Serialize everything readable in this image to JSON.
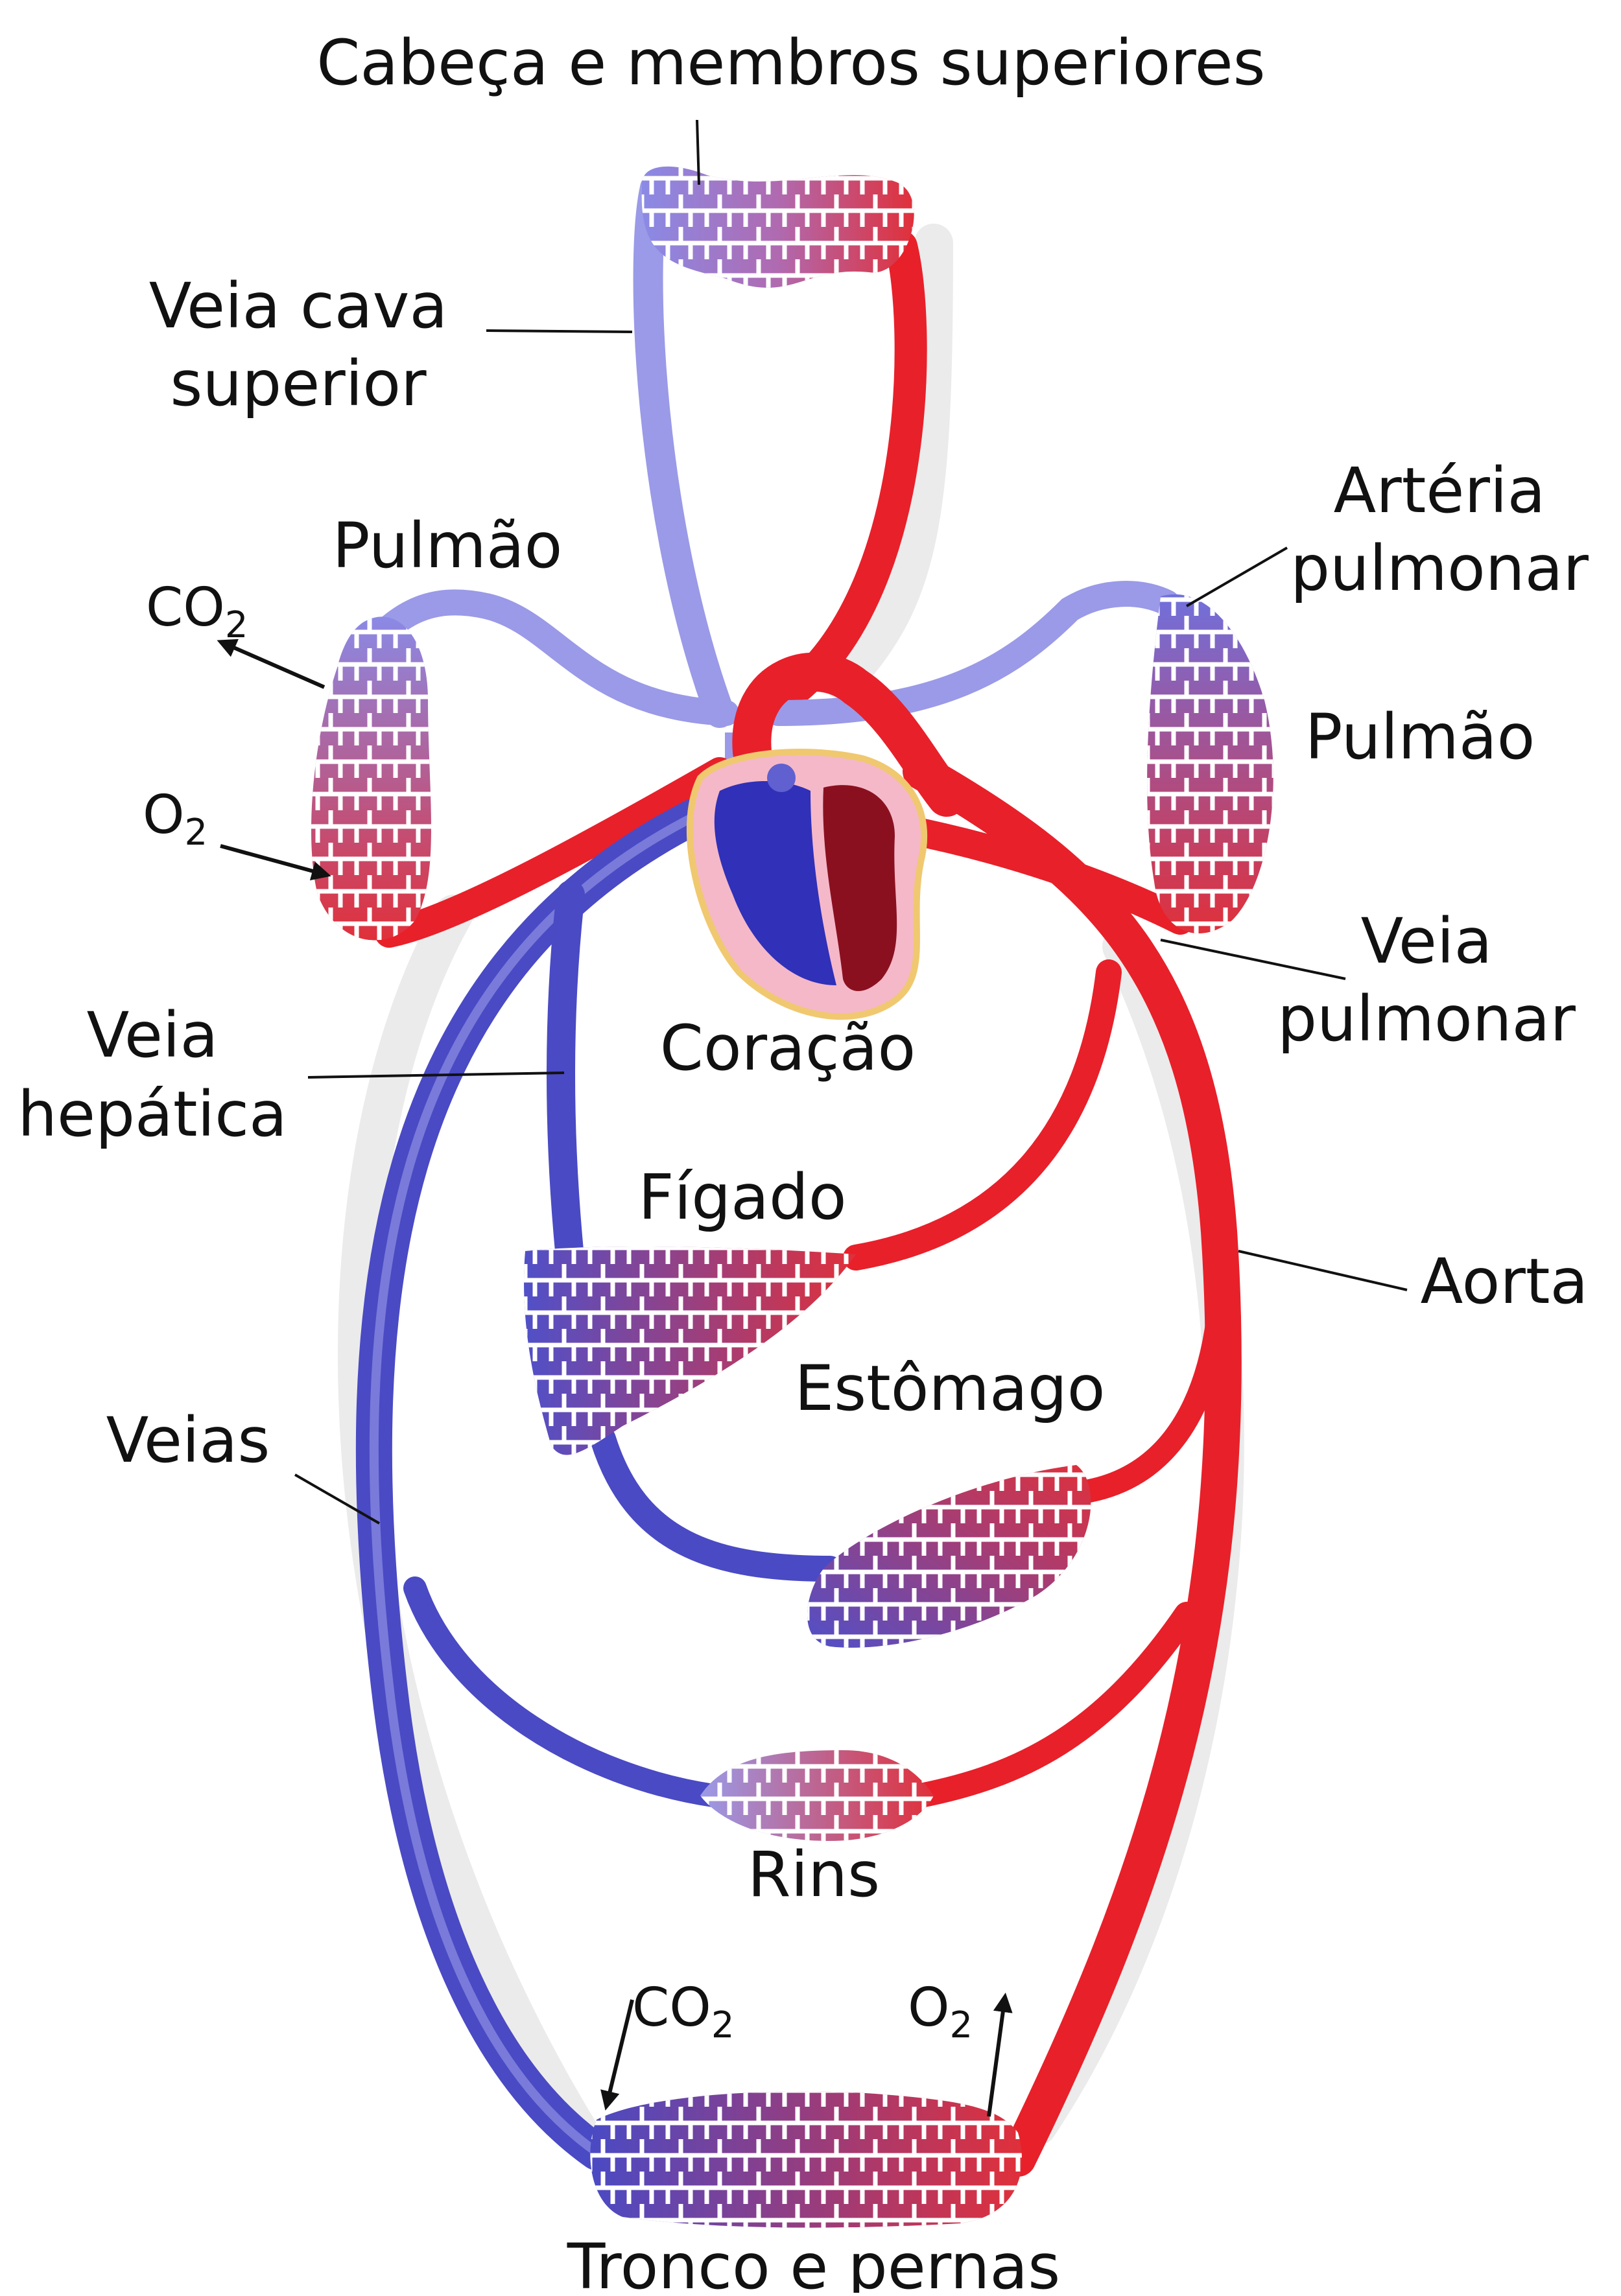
{
  "labels": {
    "head": "Cabeça e membros superiores",
    "vena_cava_l1": "Veia cava",
    "vena_cava_l2": "superior",
    "lung_left": "Pulmão",
    "lung_right": "Pulmão",
    "pulm_artery_l1": "Artéria",
    "pulm_artery_l2": "pulmonar",
    "pulm_vein_l1": "Veia",
    "pulm_vein_l2": "pulmonar",
    "hepatic_l1": "Veia",
    "hepatic_l2": "hepática",
    "heart": "Coração",
    "liver": "Fígado",
    "aorta": "Aorta",
    "stomach": "Estômago",
    "veins": "Veias",
    "kidneys": "Rins",
    "trunk": "Tronco e pernas"
  },
  "gases": {
    "co2_main": "CO",
    "co2_sub": "2",
    "o2_main": "O",
    "o2_sub": "2"
  },
  "colors": {
    "arterial": "#e8202a",
    "venous": "#4a4ac4",
    "venous_light": "#9a9ae8",
    "heart_right": "#3030b8",
    "heart_left": "#8a1020",
    "pericardium": "#f5b8c8",
    "heart_outline": "#f0c870"
  }
}
